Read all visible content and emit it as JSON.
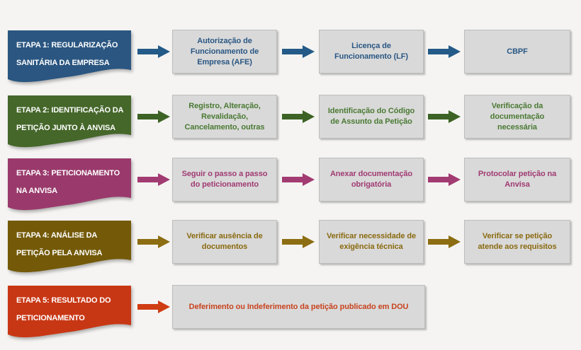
{
  "page": {
    "background": "#f5f4f2",
    "box_fill": "#d9d9d9"
  },
  "icons": {
    "arrow": "right-block-arrow-icon"
  },
  "diagram": {
    "rows": [
      {
        "stage": {
          "text": "ETAPA 1: REGULARIZAÇÃO SANITÁRIA DA EMPRESA",
          "lines": [
            "ETAPA 1: REGULARIZAÇÃO",
            "SANITÁRIA DA EMPRESA"
          ]
        },
        "colors": {
          "banner": "#2a5681",
          "arrow": "#235a87",
          "box_text": "#2a5783"
        },
        "boxes": [
          {
            "text": "Autorização de Funcionamento de Empresa (AFE)",
            "lines": [
              "Autorização de",
              "Funcionamento de",
              "Empresa (AFE)"
            ],
            "wide": false
          },
          {
            "text": "Licença de Funcionamento (LF)",
            "lines": [
              "Licença de",
              "Funcionamento (LF)"
            ],
            "wide": false
          },
          {
            "text": "CBPF",
            "lines": [
              "CBPF"
            ],
            "wide": false
          }
        ]
      },
      {
        "stage": {
          "text": "ETAPA 2: IDENTIFICAÇÃO DA PETIÇÃO JUNTO À ANVISA",
          "lines": [
            "ETAPA 2: IDENTIFICAÇÃO DA",
            "PETIÇÃO JUNTO À ANVISA"
          ]
        },
        "colors": {
          "banner": "#45672a",
          "arrow": "#3c6325",
          "box_text": "#4a7a33"
        },
        "boxes": [
          {
            "text": "Registro, Alteração, Revalidação, Cancelamento, outras",
            "lines": [
              "Registro, Alteração,",
              "Revalidação,",
              "Cancelamento, outras"
            ],
            "wide": false
          },
          {
            "text": "Identificação do Código de Assunto da Petição",
            "lines": [
              "Identificação do Código",
              "de Assunto da Petição"
            ],
            "wide": false
          },
          {
            "text": "Verificação da documentação necessária",
            "lines": [
              "Verificação da",
              "documentação",
              "necessária"
            ],
            "wide": false
          }
        ]
      },
      {
        "stage": {
          "text": "ETAPA 3: PETICIONAMENTO NA ANVISA",
          "lines": [
            "ETAPA 3: PETICIONAMENTO",
            "NA ANVISA"
          ]
        },
        "colors": {
          "banner": "#9a3a6c",
          "arrow": "#a23b72",
          "box_text": "#a03b72"
        },
        "boxes": [
          {
            "text": "Seguir o passo a passo do peticionamento",
            "lines": [
              "Seguir o passo a passo",
              "do peticionamento"
            ],
            "wide": false
          },
          {
            "text": "Anexar documentação obrigatória",
            "lines": [
              "Anexar documentação",
              "obrigatória"
            ],
            "wide": false
          },
          {
            "text": "Protocolar petição na Anvisa",
            "lines": [
              "Protocolar petição na",
              "Anvisa"
            ],
            "wide": false
          }
        ]
      },
      {
        "stage": {
          "text": "ETAPA 4: ANÁLISE DA PETIÇÃO PELA ANVISA",
          "lines": [
            "ETAPA 4: ANÁLISE DA",
            "PETIÇÃO PELA ANVISA"
          ]
        },
        "colors": {
          "banner": "#745a08",
          "arrow": "#8c6d12",
          "box_text": "#8a6a10"
        },
        "boxes": [
          {
            "text": "Verificar ausência de documentos",
            "lines": [
              "Verificar ausência de",
              "documentos"
            ],
            "wide": false
          },
          {
            "text": "Verificar necessidade de exigência técnica",
            "lines": [
              "Verificar necessidade de",
              "exigência técnica"
            ],
            "wide": false
          },
          {
            "text": "Verificar se petição atende aos requisitos",
            "lines": [
              "Verificar se petição",
              "atende aos requisitos"
            ],
            "wide": false
          }
        ]
      },
      {
        "stage": {
          "text": "ETAPA 5: RESULTADO DO PETICIONAMENTO",
          "lines": [
            "ETAPA 5: RESULTADO DO",
            "PETICIONAMENTO"
          ]
        },
        "colors": {
          "banner": "#c83714",
          "arrow": "#cf3d12",
          "box_text": "#c8431f"
        },
        "boxes": [
          {
            "text": "Deferimento ou Indeferimento da petição publicado em DOU",
            "lines": [
              "Deferimento ou Indeferimento da petição publicado em DOU"
            ],
            "wide": true
          }
        ]
      }
    ]
  }
}
